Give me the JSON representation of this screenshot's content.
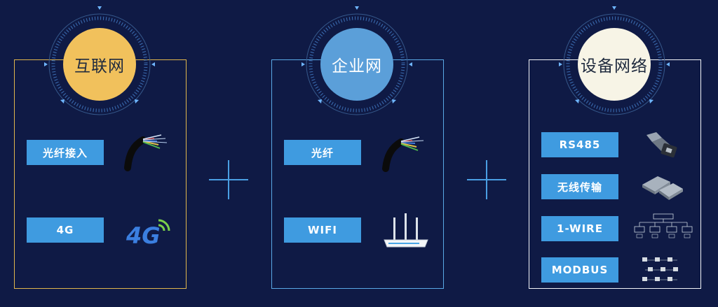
{
  "panels": [
    {
      "title": "互联网",
      "items": [
        "光纤接入",
        "4G"
      ],
      "color": "#e0b64c"
    },
    {
      "title": "企业网",
      "items": [
        "光纤",
        "WIFI"
      ],
      "color": "#5aa9e6"
    },
    {
      "title": "设备网络",
      "items": [
        "RS485",
        "无线传输",
        "1-WIRE",
        "MODBUS"
      ],
      "color": "#f3f5f9"
    }
  ],
  "icons": {
    "fiber": "fiber-cable-icon",
    "4g": "4g-logo-icon",
    "router": "wifi-router-icon",
    "rs485": "rs485-connector-icon",
    "wireless": "wireless-module-icon",
    "onewire": "onewire-topology-icon",
    "modbus": "modbus-network-icon"
  },
  "colors": {
    "background": "#0f1a45",
    "button": "#3f9be0",
    "plus": "#4a9fe3"
  }
}
